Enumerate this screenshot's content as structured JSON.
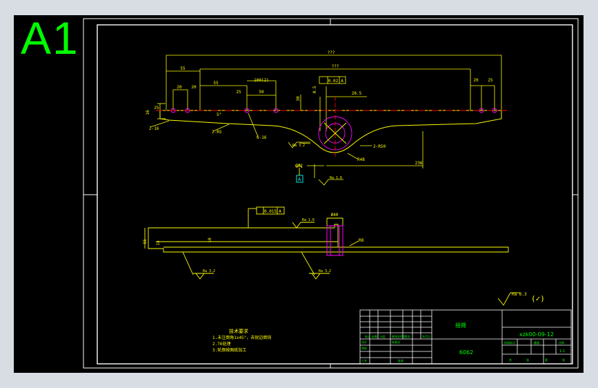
{
  "sheet_size": "A1",
  "colors": {
    "background": "#000000",
    "border": "#ffffff",
    "dimension": "#ffff00",
    "centerline": "#ff0000",
    "hole": "#ff00ff",
    "datum": "#00ffff",
    "title_text": "#00ff00"
  },
  "top_view": {
    "dims": {
      "overall": "???",
      "span": "???",
      "left_offset": "55",
      "d20_left": "20",
      "d20_left2": "20",
      "d55": "55",
      "spacing": "100(2)",
      "d25": "25",
      "d50": "50",
      "d20_right": "20",
      "d25_right": "25",
      "height_left": "16",
      "height_mid": "25",
      "d30": "30",
      "gdt_flat": "0.02",
      "gdt_datum": "A",
      "bore_tol": "28.5",
      "vertical_tol": "0.5",
      "d236": "236",
      "holes": "2-16",
      "r_left": "2-R5",
      "hole_group": "6-16",
      "r_right": "2-R50",
      "r48": "R48",
      "angle": "5°",
      "bore_dia": "Ø32",
      "roughness_a": "Ra 3.2",
      "roughness_b": "Ra 1.6",
      "datum_a": "A"
    }
  },
  "side_view": {
    "dims": {
      "gdt_parallel": "0.015",
      "gdt_datum": "A",
      "roughness_top": "Ra 1.6",
      "d40": "Ø40",
      "height": "55",
      "d15": "15",
      "d10": "10",
      "r_label": "R8",
      "roughness_left": "Ra 3.2",
      "roughness_mid": "Ra 3.2"
    }
  },
  "general_roughness": {
    "value": "Ra 6.3",
    "mark": "(✓)"
  },
  "technical_requirements": {
    "title": "技术要求",
    "items": [
      "1.未注倒角1x45°，去锐边倒钝",
      "2.T6处理",
      "3.轮廓按图纸加工"
    ]
  },
  "title_block": {
    "part_name": "摇臂",
    "drawing_number": "xzk00-09-12",
    "material": "6062",
    "scale": "1:1",
    "labels": [
      "标记",
      "处数",
      "分区",
      "更改文件号",
      "签名",
      "年月日",
      "设计",
      "标准化",
      "审核",
      "工艺",
      "批准",
      "阶段标记",
      "重量",
      "比例",
      "共",
      "张",
      "第",
      "张"
    ]
  }
}
